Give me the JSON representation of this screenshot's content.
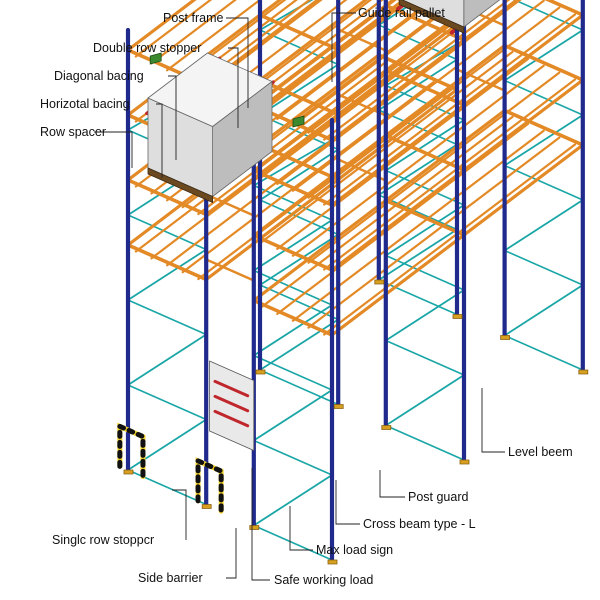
{
  "callouts": {
    "post_frame": "Post frame",
    "guide_rail_pallet": "Guide rail pallet",
    "double_row_stopper": "Double row stopper",
    "diagonal_bracing": "Diagonal bacing",
    "horizontal_bracing": "Horizotal bacing",
    "row_spacer": "Row spacer",
    "level_beam": "Level beem",
    "post_guard": "Post guard",
    "cross_beam": "Cross beam type - L",
    "max_load_sign": "Max load sign",
    "single_row_stopper": "Singlc row stoppcr",
    "side_barrier": "Side barrier",
    "safe_working_load": "Safe working load"
  },
  "colors": {
    "post": "#1f2a8c",
    "beam": "#e38a26",
    "bracing": "#1aa6a6",
    "guide_rail": "#c0272d",
    "stopper": "#3b8a2e",
    "guard": "#f2d22e",
    "cargo": "#dedede"
  }
}
